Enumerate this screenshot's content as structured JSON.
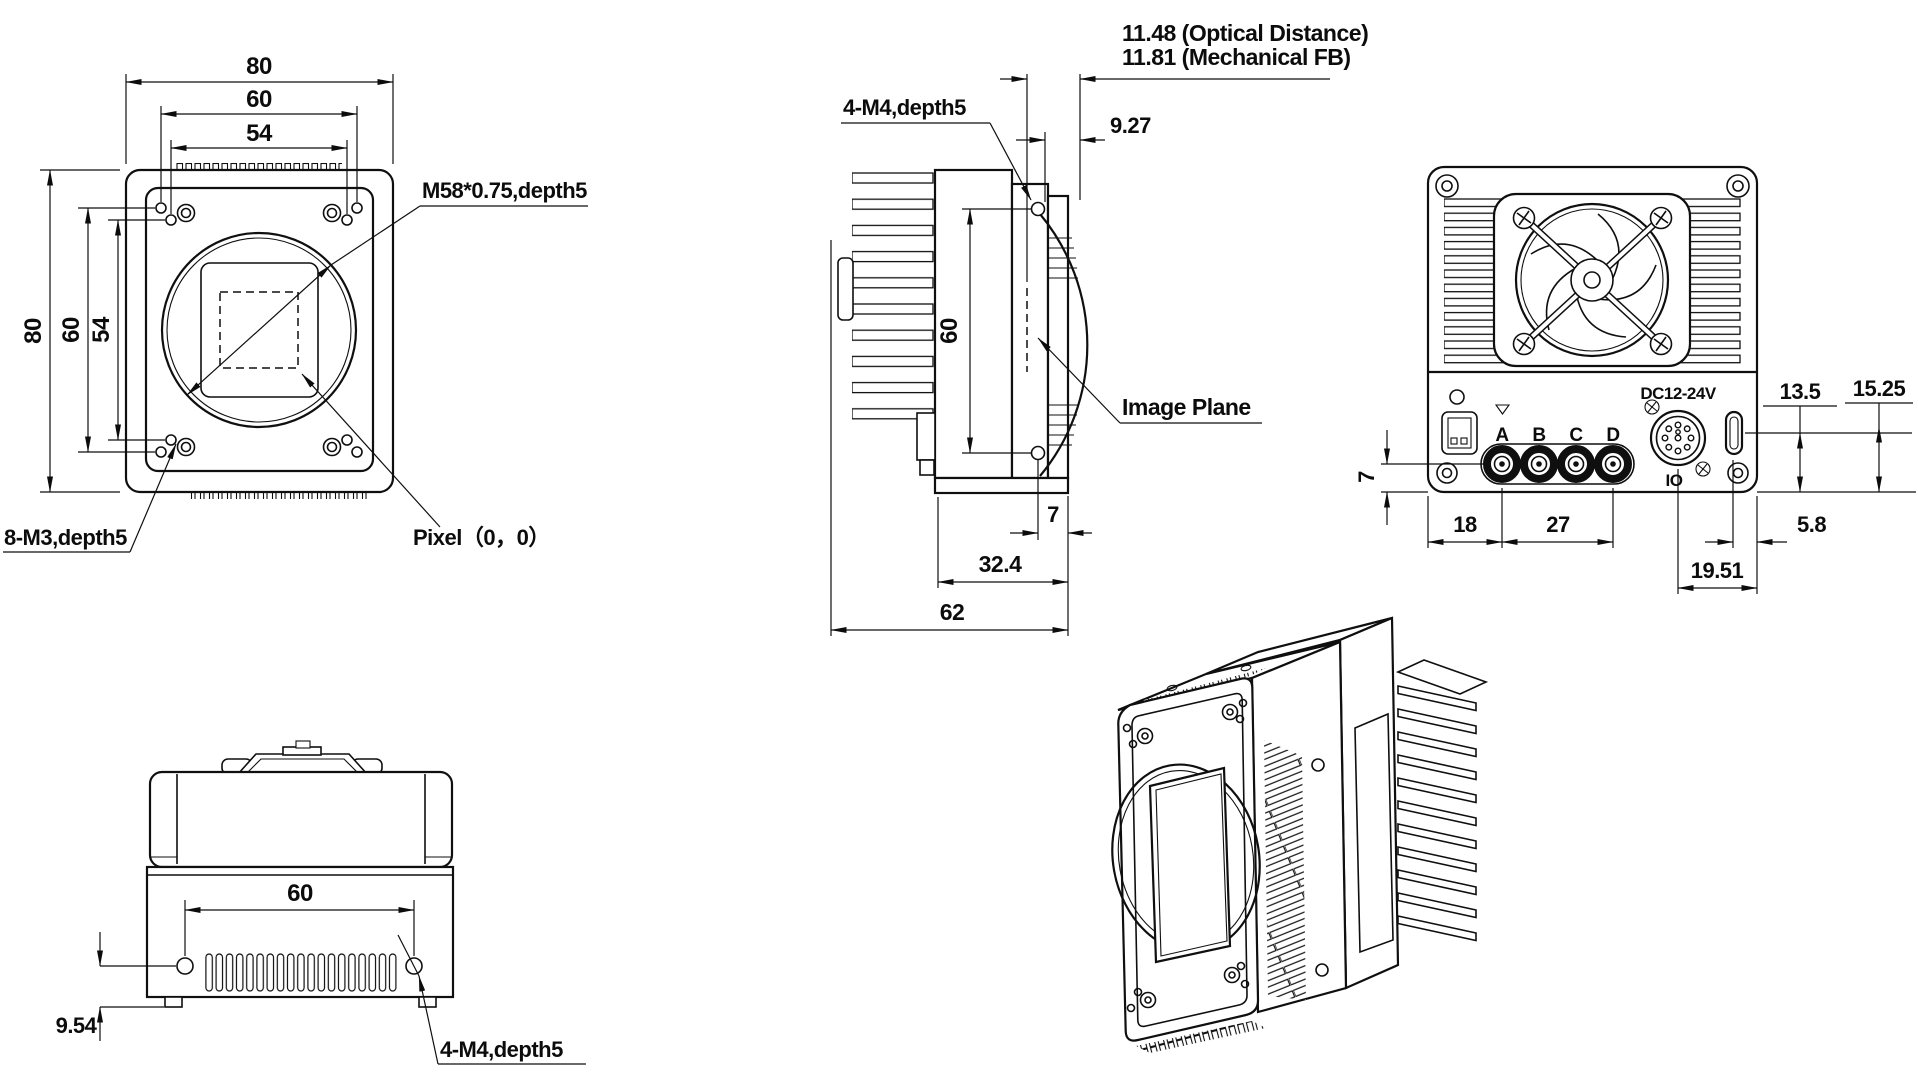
{
  "front_view": {
    "dim_w_outer": "80",
    "dim_w_mid": "60",
    "dim_w_inner": "54",
    "dim_h_outer": "80",
    "dim_h_mid": "60",
    "dim_h_inner": "54",
    "label_thread": "M58*0.75,depth5",
    "label_holes": "8-M3,depth5",
    "label_pixel": "Pixel（0，0）"
  },
  "side_view": {
    "label_optical": "11.48 (Optical Distance)",
    "label_mechanical": "11.81 (Mechanical FB)",
    "dim_flange": "9.27",
    "label_holes": "4-M4,depth5",
    "dim_height": "60",
    "label_image_plane": "Image Plane",
    "dim_hole_edge": "7",
    "dim_body_depth": "32.4",
    "dim_total_depth": "62"
  },
  "back_view": {
    "label_power": "DC12-24V",
    "port_labels": [
      "A",
      "B",
      "C",
      "D"
    ],
    "label_io": "IO",
    "dim_usb_height": "13.5",
    "dim_io_height": "15.25",
    "dim_port_offset": "7",
    "dim_edge_to_a": "18",
    "dim_a_to_d": "27",
    "dim_usb_to_edge": "5.8",
    "dim_io_to_edge": "19.51"
  },
  "bottom_view": {
    "dim_hole_span": "60",
    "dim_hole_offset": "9.54",
    "label_holes": "4-M4,depth5"
  }
}
